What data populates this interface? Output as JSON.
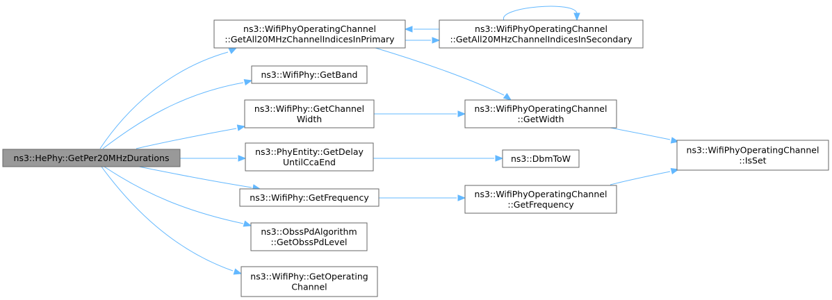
{
  "nodes": {
    "root": {
      "lines": [
        "ns3::HePhy::GetPer20MHzDurations"
      ],
      "is_root": true
    },
    "get_all_primary": {
      "lines": [
        "ns3::WifiPhyOperatingChannel",
        "::GetAll20MHzChannelIndicesInPrimary"
      ]
    },
    "get_all_secondary": {
      "lines": [
        "ns3::WifiPhyOperatingChannel",
        "::GetAll20MHzChannelIndicesInSecondary"
      ]
    },
    "get_band": {
      "lines": [
        "ns3::WifiPhy::GetBand"
      ]
    },
    "get_channel_width": {
      "lines": [
        "ns3::WifiPhy::GetChannel",
        "Width"
      ]
    },
    "op_get_width": {
      "lines": [
        "ns3::WifiPhyOperatingChannel",
        "::GetWidth"
      ]
    },
    "get_delay_cca": {
      "lines": [
        "ns3::PhyEntity::GetDelay",
        "UntilCcaEnd"
      ]
    },
    "dbm_to_w": {
      "lines": [
        "ns3::DbmToW"
      ]
    },
    "is_set": {
      "lines": [
        "ns3::WifiPhyOperatingChannel",
        "::IsSet"
      ]
    },
    "get_frequency": {
      "lines": [
        "ns3::WifiPhy::GetFrequency"
      ]
    },
    "op_get_frequency": {
      "lines": [
        "ns3::WifiPhyOperatingChannel",
        "::GetFrequency"
      ]
    },
    "obss_pd_level": {
      "lines": [
        "ns3::ObssPdAlgorithm",
        "::GetObssPdLevel"
      ]
    },
    "get_operating_channel": {
      "lines": [
        "ns3::WifiPhy::GetOperating",
        "Channel"
      ]
    }
  },
  "edges": [
    [
      "root",
      "get_all_primary"
    ],
    [
      "root",
      "get_band"
    ],
    [
      "root",
      "get_channel_width"
    ],
    [
      "root",
      "get_delay_cca"
    ],
    [
      "root",
      "get_frequency"
    ],
    [
      "root",
      "obss_pd_level"
    ],
    [
      "root",
      "get_operating_channel"
    ],
    [
      "get_all_primary",
      "get_all_secondary"
    ],
    [
      "get_all_secondary",
      "get_all_primary"
    ],
    [
      "get_all_secondary",
      "get_all_secondary"
    ],
    [
      "get_all_primary",
      "op_get_width"
    ],
    [
      "get_channel_width",
      "op_get_width"
    ],
    [
      "op_get_width",
      "is_set"
    ],
    [
      "get_delay_cca",
      "dbm_to_w"
    ],
    [
      "get_frequency",
      "op_get_frequency"
    ],
    [
      "op_get_frequency",
      "is_set"
    ]
  ],
  "colors": {
    "edge": "#63b8ff",
    "node_border": "#666666",
    "root_fill": "#999999",
    "node_fill": "#ffffff"
  }
}
